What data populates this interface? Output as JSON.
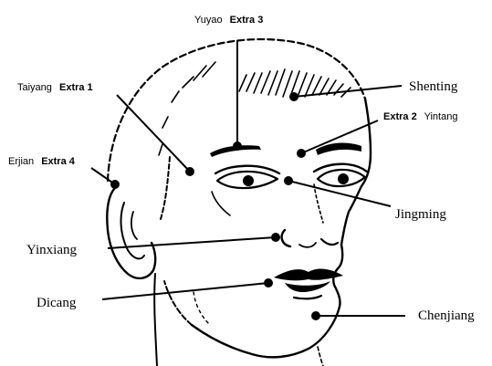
{
  "labels": {
    "yuyao": {
      "name": "Yuyao",
      "code": "Extra 3"
    },
    "taiyang": {
      "name": "Taiyang",
      "code": "Extra 1"
    },
    "erjian": {
      "name": "Erjian",
      "code": "Extra 4"
    },
    "shenting": {
      "name": "Shenting"
    },
    "yintang": {
      "name": "Yintang",
      "code": "Extra 2"
    },
    "jingming": {
      "name": "Jingming"
    },
    "yinxiang": {
      "name": "Yinxiang"
    },
    "dicang": {
      "name": "Dicang"
    },
    "chenjiang": {
      "name": "Chenjiang"
    }
  }
}
